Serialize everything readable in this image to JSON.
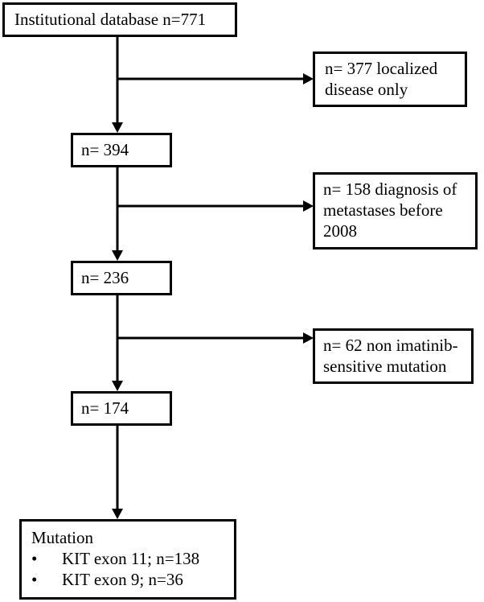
{
  "flowchart": {
    "database_box": "Institutional database n=771",
    "step1_box": "n= 394",
    "step2_box": "n= 236",
    "step3_box": "n= 174",
    "exclusion1": {
      "lines": [
        "n= 377 localized",
        "disease only"
      ]
    },
    "exclusion2": {
      "lines": [
        "n= 158 diagnosis of",
        "metastases before",
        "2008"
      ]
    },
    "exclusion3": {
      "lines": [
        "n= 62 non imatinib-",
        "sensitive mutation"
      ]
    },
    "mutation_box": {
      "title": "Mutation",
      "bullet_glyph": "•",
      "items": [
        "KIT exon 11; n=138",
        "KIT exon 9; n=36"
      ]
    }
  }
}
